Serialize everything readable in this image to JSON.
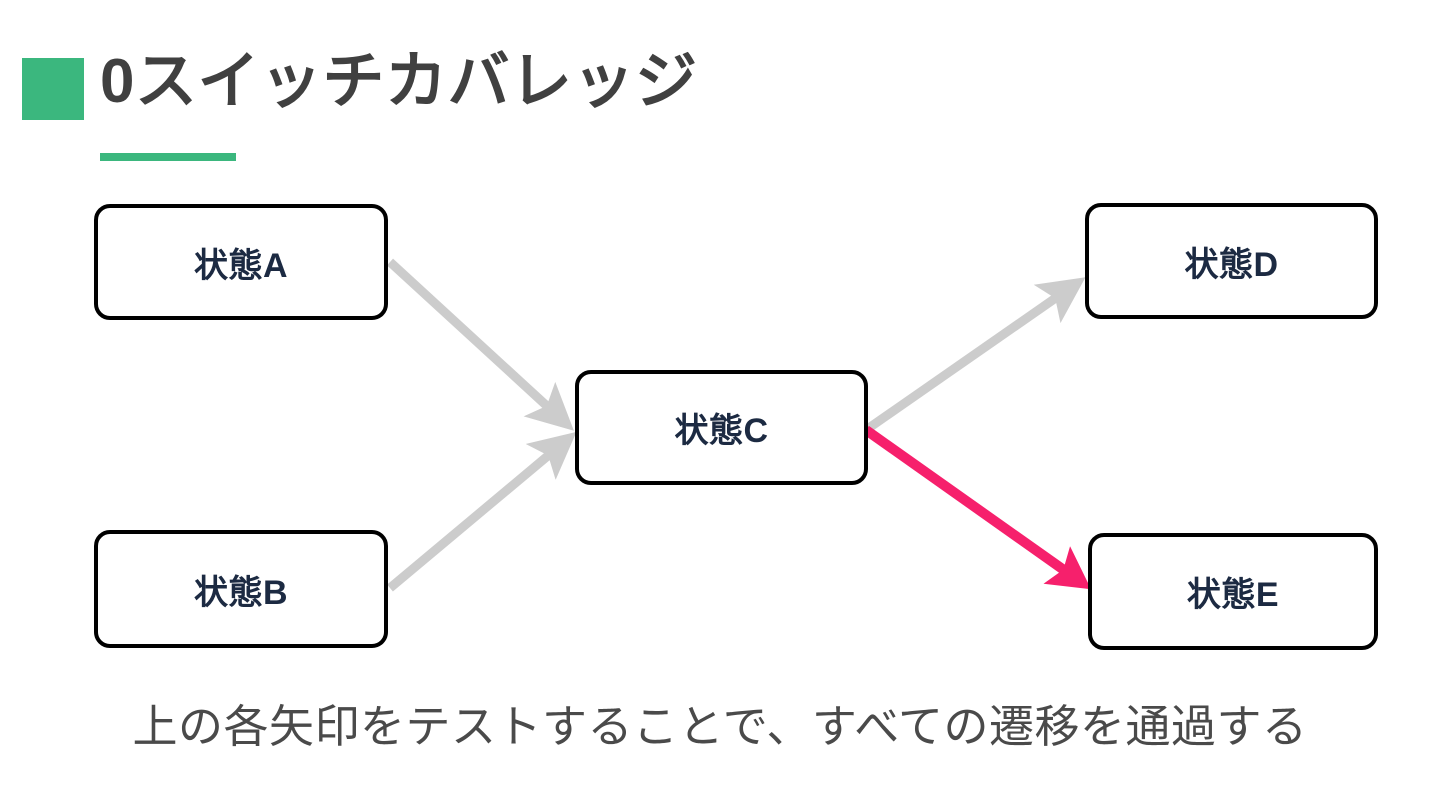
{
  "slide": {
    "background_color": "#ffffff",
    "accent_color": "#3bb77e",
    "highlight_color": "#f6206c",
    "muted_arrow_color": "#cccccc",
    "node_border_color": "#000000",
    "node_text_color": "#1c2a42",
    "title_text_color": "#404040",
    "caption_text_color": "#4a4a4a"
  },
  "title": {
    "text": "0スイッチカバレッジ",
    "marker": "green-square-marker",
    "underline": "green-underline-rule"
  },
  "diagram": {
    "type": "state-transition-diagram",
    "nodes": [
      {
        "id": "A",
        "label": "状態A"
      },
      {
        "id": "B",
        "label": "状態B"
      },
      {
        "id": "C",
        "label": "状態C"
      },
      {
        "id": "D",
        "label": "状態D"
      },
      {
        "id": "E",
        "label": "状態E"
      }
    ],
    "edges": [
      {
        "from": "A",
        "to": "C",
        "color": "#cccccc",
        "style": "normal"
      },
      {
        "from": "B",
        "to": "C",
        "color": "#cccccc",
        "style": "normal"
      },
      {
        "from": "C",
        "to": "D",
        "color": "#cccccc",
        "style": "normal"
      },
      {
        "from": "C",
        "to": "E",
        "color": "#f6206c",
        "style": "highlighted"
      }
    ]
  },
  "caption": {
    "text": "上の各矢印をテストすることで、すべての遷移を通過する"
  }
}
